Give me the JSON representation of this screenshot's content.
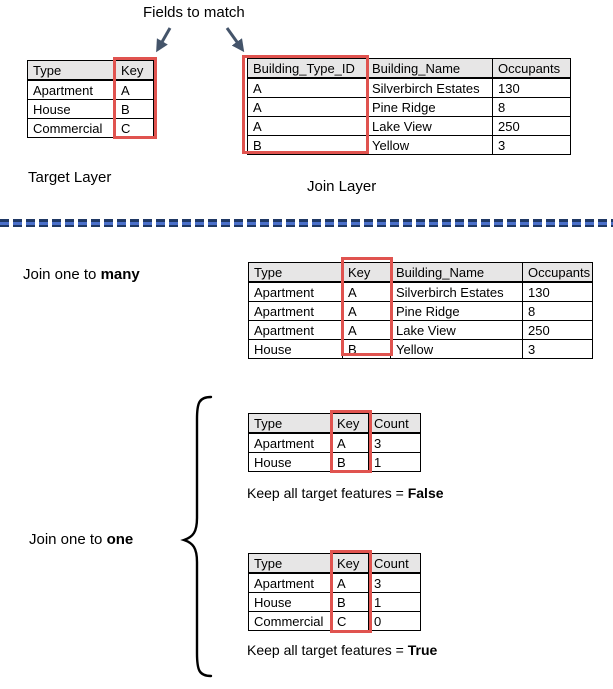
{
  "labels": {
    "fields_to_match": "Fields to match",
    "target_layer": "Target Layer",
    "join_layer": "Join Layer",
    "join_many": {
      "prefix": "Join one to ",
      "bold": "many"
    },
    "join_one": {
      "prefix": "Join one to ",
      "bold": "one"
    },
    "keep_false": {
      "prefix": "Keep all target features = ",
      "bold": "False"
    },
    "keep_true": {
      "prefix": "Keep all target features = ",
      "bold": "True"
    }
  },
  "tables": {
    "target": {
      "headers": [
        "Type",
        "Key"
      ],
      "rows": [
        [
          "Apartment",
          "A"
        ],
        [
          "House",
          "B"
        ],
        [
          "Commercial",
          "C"
        ]
      ]
    },
    "join": {
      "headers": [
        "Building_Type_ID",
        "Building_Name",
        "Occupants"
      ],
      "rows": [
        [
          "A",
          "Silverbirch Estates",
          "130"
        ],
        [
          "A",
          "Pine Ridge",
          "8"
        ],
        [
          "A",
          "Lake View",
          "250"
        ],
        [
          "B",
          "Yellow",
          "3"
        ]
      ]
    },
    "one_to_many": {
      "headers": [
        "Type",
        "Key",
        "Building_Name",
        "Occupants"
      ],
      "rows": [
        [
          "Apartment",
          "A",
          "Silverbirch Estates",
          "130"
        ],
        [
          "Apartment",
          "A",
          "Pine Ridge",
          "8"
        ],
        [
          "Apartment",
          "A",
          "Lake View",
          "250"
        ],
        [
          "House",
          "B",
          "Yellow",
          "3"
        ]
      ]
    },
    "one_to_one_false": {
      "headers": [
        "Type",
        "Key",
        "Count"
      ],
      "rows": [
        [
          "Apartment",
          "A",
          "3"
        ],
        [
          "House",
          "B",
          "1"
        ]
      ]
    },
    "one_to_one_true": {
      "headers": [
        "Type",
        "Key",
        "Count"
      ],
      "rows": [
        [
          "Apartment",
          "A",
          "3"
        ],
        [
          "House",
          "B",
          "1"
        ],
        [
          "Commercial",
          "C",
          "0"
        ]
      ]
    }
  },
  "colors": {
    "highlight_red": "#e0534f",
    "header_gray": "#e7e6e6",
    "dash_blue": "#4a6fc9",
    "dash_navy": "#1f3864",
    "arrow_slate": "#44546a"
  }
}
